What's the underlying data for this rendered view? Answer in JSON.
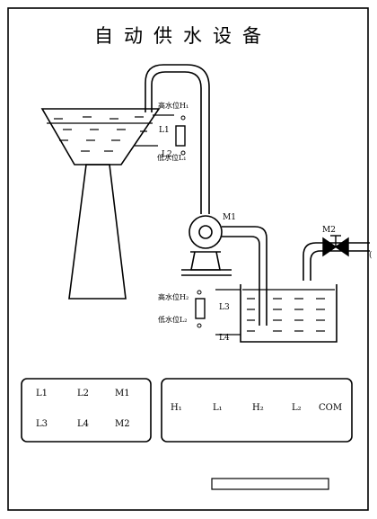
{
  "title": "自动供水设备",
  "labels": {
    "upper_high_level": "高水位H₁",
    "upper_low_level": "低水位L₁",
    "upper_sensor_l1": "L1",
    "upper_sensor_l2": "L2",
    "pump": "M1",
    "valve": "M2",
    "lower_high_level": "高水位H₂",
    "lower_low_level": "低水位L₂",
    "lower_sensor_l3": "L3",
    "lower_sensor_l4": "L4"
  },
  "left_panel": [
    "L1",
    "L2",
    "M1",
    "L3",
    "L4",
    "M2"
  ],
  "right_panel": [
    "H₁",
    "L₁",
    "H₂",
    "L₂",
    "COM"
  ],
  "side_glyph": "(",
  "colors": {
    "ink": "#000000",
    "background": "#ffffff"
  }
}
